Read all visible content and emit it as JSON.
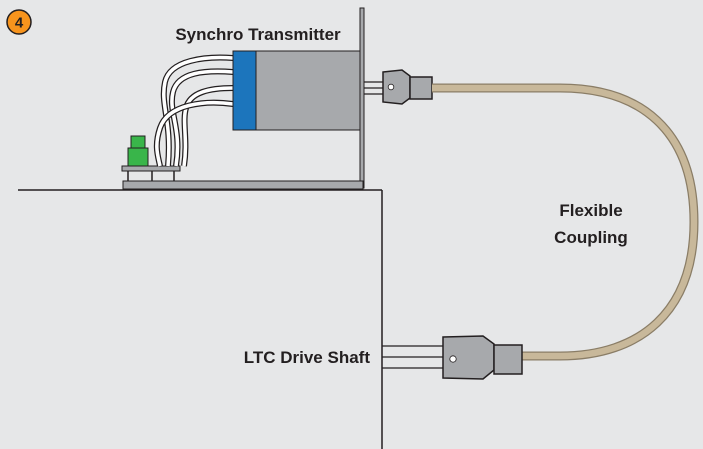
{
  "step": {
    "number": "4",
    "color": "#f7941d"
  },
  "labels": {
    "transmitter": "Synchro Transmitter",
    "coupling_line1": "Flexible",
    "coupling_line2": "Coupling",
    "shaft": "LTC Drive Shaft"
  },
  "colors": {
    "background": "#e6e7e8",
    "line": "#231f20",
    "motor_body": "#a7a9ac",
    "motor_face": "#1c75bc",
    "coupling_hose": "#c8b89a",
    "connector": "#a7a9ac",
    "terminal": "#39b54a"
  }
}
